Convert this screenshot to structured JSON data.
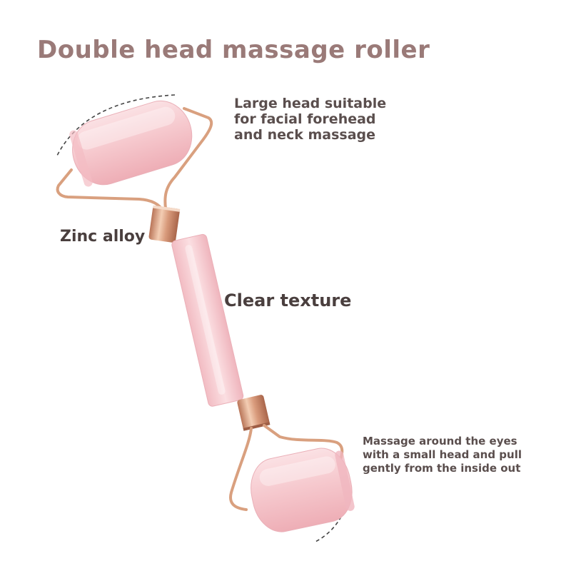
{
  "title": "Double head massage roller",
  "labels": {
    "large_head": [
      "Large head suitable",
      "for facial forehead",
      "and neck massage"
    ],
    "zinc_alloy": "Zinc alloy",
    "clear_texture": "Clear texture",
    "small_head": [
      "Massage around the eyes",
      "with a small head and pull",
      "gently from the inside out"
    ]
  },
  "colors": {
    "title": "#9a7a78",
    "text": "#4f4443",
    "rose_quartz": "#f4c6cb",
    "rose_gold": "#d9a07f"
  }
}
